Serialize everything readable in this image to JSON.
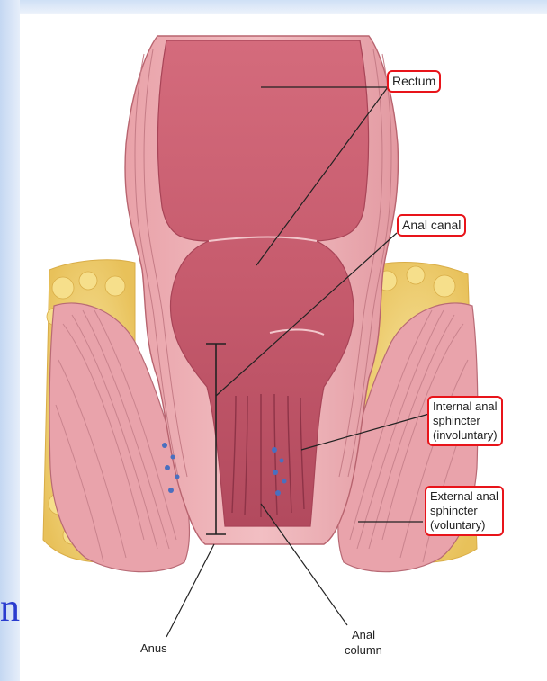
{
  "labels": {
    "rectum": "Rectum",
    "anal_canal": "Anal canal",
    "internal_sphincter": "Internal anal\nsphincter\n(involuntary)",
    "external_sphincter": "External anal\nsphincter\n(voluntary)",
    "anus": "Anus",
    "anal_column": "Anal\ncolumn"
  },
  "partial_text": "n",
  "colors": {
    "highlight_border": "#e8141a",
    "title_glyph": "#2a3ccf",
    "tissue_pink": "#d97a86",
    "lumen_pink": "#c75d70",
    "fat_yellow": "#f3d77a",
    "muscle_pink": "#e7a3aa"
  }
}
